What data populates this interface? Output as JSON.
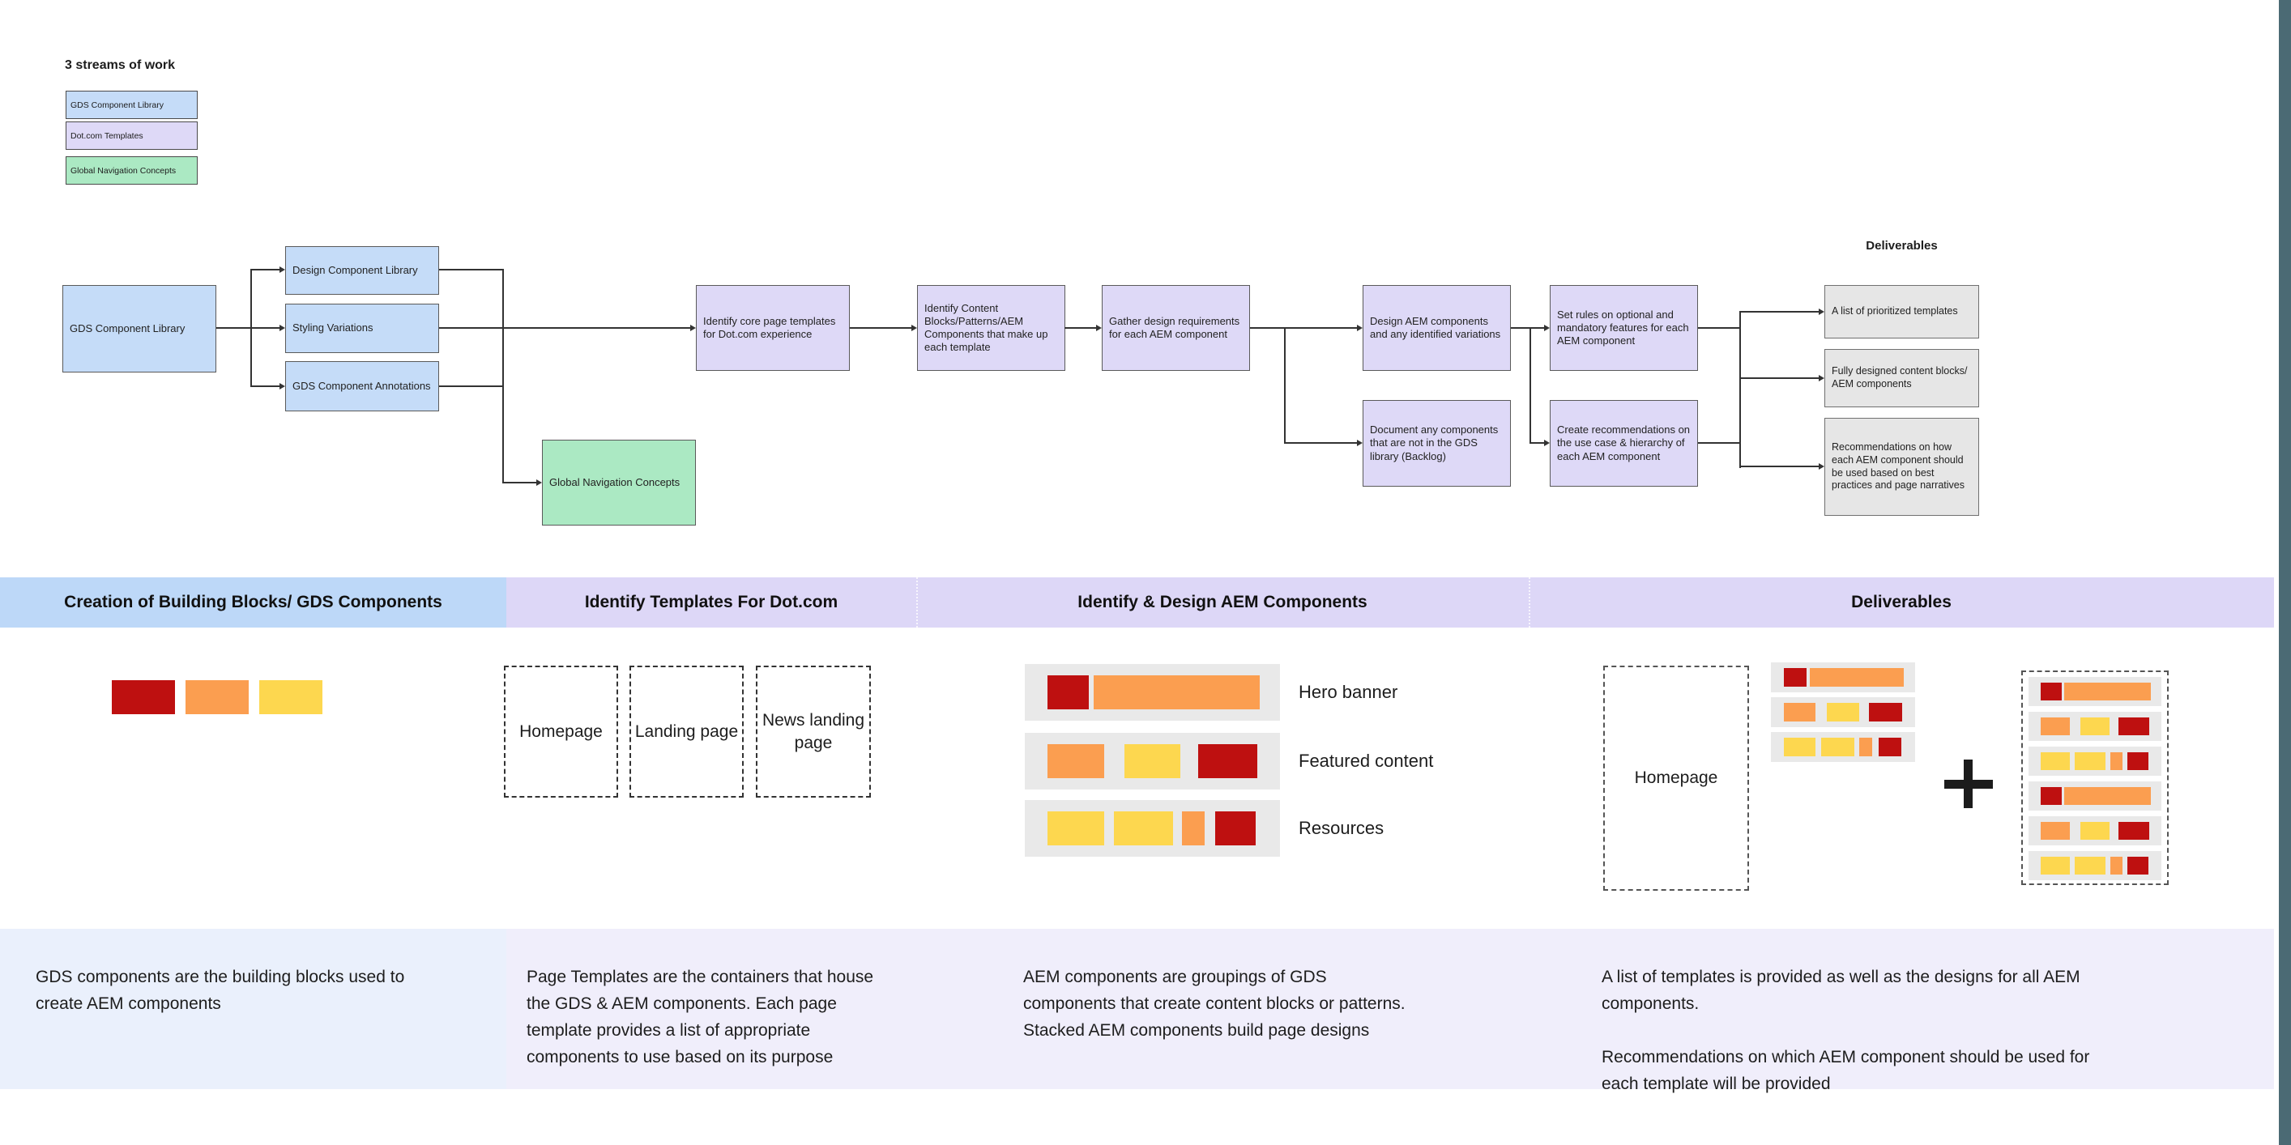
{
  "palette": {
    "red": "#be1010",
    "orange": "#fb9e50",
    "yellow": "#fdd74f",
    "blue_fill": "#c5dcf8",
    "purple_fill": "#ded9f7",
    "green_fill": "#abe9c3",
    "gray_fill": "#e6e6e6",
    "bar_bg": "#e9e9e9",
    "header_blue": "#bdd8f8",
    "header_purple": "#ddd7f7",
    "desc_blue": "#eaf0fc",
    "desc_purple": "#f0eefb",
    "scrollbar": "#4b6a74",
    "connector": "#333333"
  },
  "legend": {
    "title": "3 streams of work",
    "items": [
      {
        "label": "GDS Component Library",
        "color": "blue"
      },
      {
        "label": "Dot.com Templates",
        "color": "purple"
      },
      {
        "label": "Global Navigation Concepts",
        "color": "green"
      }
    ]
  },
  "flowchart": {
    "deliverables_title": "Deliverables",
    "nodes": {
      "gds_library": "GDS Component Library",
      "design_component_library": "Design Component Library",
      "styling_variations": "Styling Variations",
      "gds_component_annotations": "GDS Component Annotations",
      "global_nav": "Global Navigation Concepts",
      "identify_core": "Identify core page templates for Dot.com experience",
      "identify_content": "Identify Content Blocks/Patterns/AEM Components that make up each template",
      "gather": "Gather design requirements for each AEM component",
      "design_aem": "Design AEM components and any identified variations",
      "document_backlog": "Document any components that are not in the GDS library (Backlog)",
      "set_rules": "Set rules on optional and mandatory features for each AEM component",
      "create_rec": "Create recommendations on the use case & hierarchy of each AEM component",
      "deliv1": "A list of prioritized templates",
      "deliv2": "Fully designed content blocks/ AEM components",
      "deliv3": "Recommendations on how each AEM component should be used based on best practices and page narratives"
    }
  },
  "sections": {
    "headers": [
      "Creation of Building Blocks/ GDS Components",
      "Identify Templates For Dot.com",
      "Identify & Design AEM Components",
      "Deliverables"
    ]
  },
  "templates": {
    "items": [
      "Homepage",
      "Landing page",
      "News landing page"
    ]
  },
  "aem_rows": [
    {
      "label": "Hero banner",
      "type": "hero"
    },
    {
      "label": "Featured content",
      "type": "featured"
    },
    {
      "label": "Resources",
      "type": "resources"
    }
  ],
  "deliverables_panel": {
    "homepage_label": "Homepage",
    "plus": "+",
    "stack_order": [
      "hero",
      "featured",
      "resources"
    ],
    "page_order": [
      "hero",
      "featured",
      "resources",
      "hero",
      "featured",
      "resources"
    ]
  },
  "bar_defs": {
    "hero": [
      {
        "c": "red",
        "w": 16,
        "ml": 9
      },
      {
        "c": "orange",
        "w": 65,
        "ml": 2
      }
    ],
    "featured": [
      {
        "c": "orange",
        "w": 22,
        "ml": 9
      },
      {
        "c": "yellow",
        "w": 22,
        "ml": 8
      },
      {
        "c": "red",
        "w": 23,
        "ml": 7
      }
    ],
    "resources": [
      {
        "c": "yellow",
        "w": 22,
        "ml": 9
      },
      {
        "c": "yellow",
        "w": 23,
        "ml": 4
      },
      {
        "c": "orange",
        "w": 9,
        "ml": 3.5
      },
      {
        "c": "red",
        "w": 16,
        "ml": 4
      }
    ]
  },
  "descriptions": {
    "col1": [
      "GDS components are the building blocks used to",
      "create AEM components"
    ],
    "col2": [
      "Page Templates are the containers that house",
      "the GDS & AEM components. Each page",
      "template provides a list of appropriate",
      "components to use based on its purpose"
    ],
    "col3": [
      "AEM components are groupings of GDS",
      "components that create content blocks or patterns.",
      "Stacked AEM components build page designs"
    ],
    "col4": [
      "A list of templates is provided as well as the designs for all AEM",
      "components.",
      "",
      "Recommendations on which AEM component should be used for",
      "each template will be provided"
    ]
  }
}
